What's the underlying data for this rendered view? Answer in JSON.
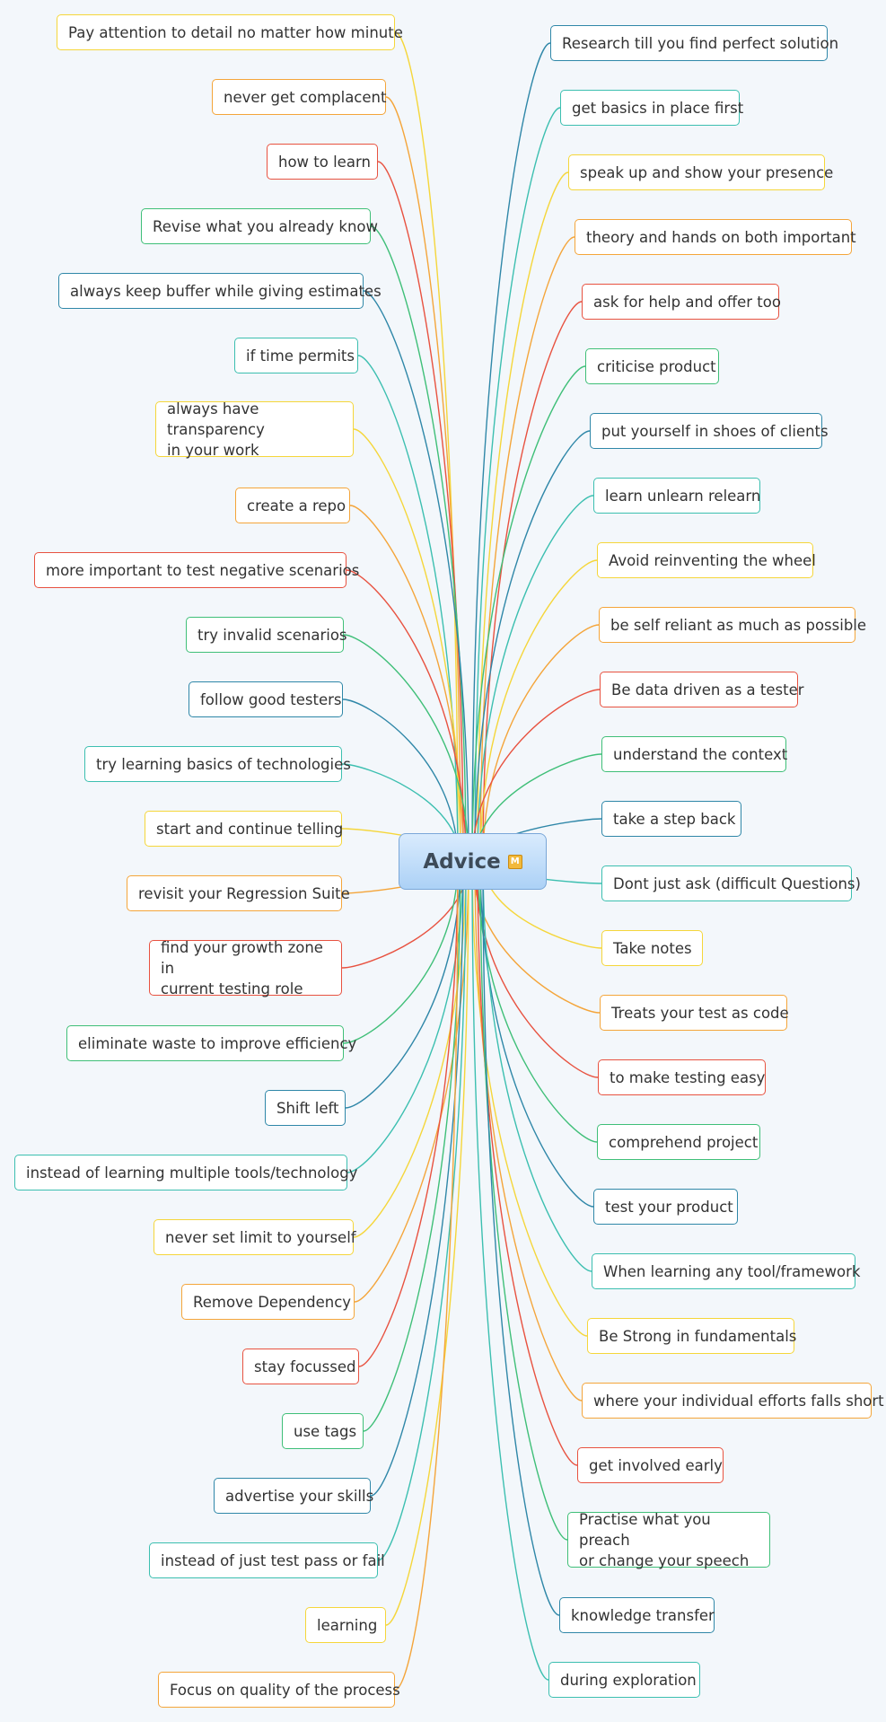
{
  "colors": {
    "yellow": "#f5d63a",
    "orange": "#f4a53a",
    "red": "#e85240",
    "green": "#3fbf78",
    "blue": "#2f87a8",
    "teal": "#3cbfb0"
  },
  "root": {
    "label": "Advice",
    "marker_icon": "note-marker-icon",
    "marker_glyph": "M"
  },
  "left_nodes": [
    {
      "label": "Pay attention to detail no matter how minute",
      "color": "yellow"
    },
    {
      "label": "never get complacent",
      "color": "orange"
    },
    {
      "label": "how to learn",
      "color": "red"
    },
    {
      "label": "Revise what you already know",
      "color": "green"
    },
    {
      "label": "always keep buffer while giving estimates",
      "color": "blue"
    },
    {
      "label": "if time permits",
      "color": "teal"
    },
    {
      "label": "always have transparency\nin your work",
      "color": "yellow",
      "two_line": true
    },
    {
      "label": "create a repo",
      "color": "orange"
    },
    {
      "label": "more important to test negative scenarios",
      "color": "red"
    },
    {
      "label": "try invalid scenarios",
      "color": "green"
    },
    {
      "label": "follow good testers",
      "color": "blue"
    },
    {
      "label": "try learning basics of technologies",
      "color": "teal"
    },
    {
      "label": "start and continue telling",
      "color": "yellow"
    },
    {
      "label": "revisit your Regression Suite",
      "color": "orange"
    },
    {
      "label": "find your growth zone in\ncurrent testing role",
      "color": "red",
      "two_line": true
    },
    {
      "label": "eliminate waste to improve efficiency",
      "color": "green"
    },
    {
      "label": "Shift left",
      "color": "blue"
    },
    {
      "label": "instead of learning multiple tools/technology",
      "color": "teal"
    },
    {
      "label": "never set limit to yourself",
      "color": "yellow"
    },
    {
      "label": "Remove Dependency",
      "color": "orange"
    },
    {
      "label": "stay focussed",
      "color": "red"
    },
    {
      "label": "use tags",
      "color": "green"
    },
    {
      "label": "advertise your skills",
      "color": "blue"
    },
    {
      "label": "instead of just test pass or fail",
      "color": "teal"
    },
    {
      "label": "learning",
      "color": "yellow"
    },
    {
      "label": "Focus on quality of the process",
      "color": "orange"
    }
  ],
  "right_nodes": [
    {
      "label": "Research till you find perfect solution",
      "color": "blue"
    },
    {
      "label": "get basics in place first",
      "color": "teal"
    },
    {
      "label": "speak up and show your presence",
      "color": "yellow"
    },
    {
      "label": "theory and hands on both important",
      "color": "orange"
    },
    {
      "label": "ask for help and offer too",
      "color": "red"
    },
    {
      "label": "criticise product",
      "color": "green"
    },
    {
      "label": "put yourself in shoes of clients",
      "color": "blue"
    },
    {
      "label": "learn unlearn relearn",
      "color": "teal"
    },
    {
      "label": "Avoid reinventing the wheel",
      "color": "yellow"
    },
    {
      "label": "be self reliant as much as possible",
      "color": "orange"
    },
    {
      "label": "Be data driven as a tester",
      "color": "red"
    },
    {
      "label": "understand the context",
      "color": "green"
    },
    {
      "label": "take a step back",
      "color": "blue"
    },
    {
      "label": "Dont just ask (difficult Questions)",
      "color": "teal"
    },
    {
      "label": "Take notes",
      "color": "yellow"
    },
    {
      "label": "Treats your test as code",
      "color": "orange"
    },
    {
      "label": "to make testing easy",
      "color": "red"
    },
    {
      "label": "comprehend project",
      "color": "green"
    },
    {
      "label": "test your product",
      "color": "blue"
    },
    {
      "label": "When learning any tool/framework",
      "color": "teal"
    },
    {
      "label": "Be Strong in fundamentals",
      "color": "yellow"
    },
    {
      "label": "where your individual efforts falls short",
      "color": "orange"
    },
    {
      "label": "get involved early",
      "color": "red"
    },
    {
      "label": "Practise what you preach\nor change your speech",
      "color": "green",
      "two_line": true
    },
    {
      "label": "knowledge transfer",
      "color": "blue"
    },
    {
      "label": "during exploration",
      "color": "teal"
    }
  ]
}
